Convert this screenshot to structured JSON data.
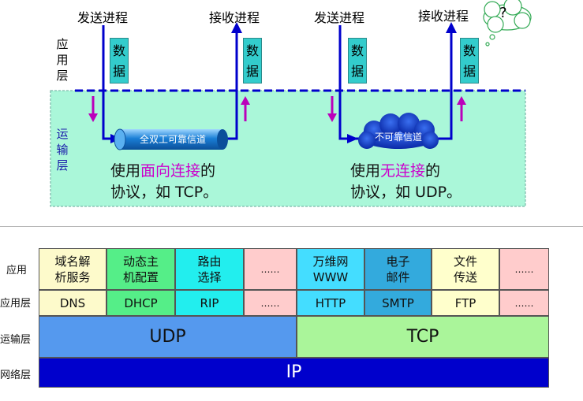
{
  "top_diagram": {
    "layer_app_label": [
      "应",
      "用",
      "层"
    ],
    "layer_transport_label": [
      "运",
      "输",
      "层"
    ],
    "left": {
      "send_label": "发送进程",
      "recv_label": "接收进程",
      "data_label": [
        "数",
        "据"
      ],
      "channel_label": "全双工可靠信道",
      "desc_prefix": "使用",
      "desc_highlight": "面向连接",
      "desc_suffix": "的",
      "desc_line2": "协议，如 TCP。"
    },
    "right": {
      "send_label": "发送进程",
      "recv_label": "接收进程",
      "data_label": [
        "数",
        "据"
      ],
      "channel_label": "不可靠信道",
      "desc_prefix": "使用",
      "desc_highlight": "无连接",
      "desc_suffix": "的",
      "desc_line2": "协议，如 UDP。",
      "thought": "?"
    },
    "colors": {
      "transport_bg": "#aaf7d9",
      "highlight_text": "#cc00cc",
      "arrow_blue": "#0000cc",
      "arrow_purple": "#bb00bb",
      "data_box": "#33cccc"
    }
  },
  "protocol_table": {
    "row_labels": {
      "app": "应用",
      "app_layer": "应用层",
      "transport": "运输层",
      "network": "网络层"
    },
    "apps": [
      {
        "line1": "域名解",
        "line2": "析服务",
        "protocol": "DNS",
        "color": "#fdfacb"
      },
      {
        "line1": "动态主",
        "line2": "机配置",
        "protocol": "DHCP",
        "color": "#55ee88"
      },
      {
        "line1": "路由",
        "line2": "选择",
        "protocol": "RIP",
        "color": "#22eeee"
      },
      {
        "line1": "……",
        "line2": "",
        "protocol": "……",
        "color": "#ffcccc"
      },
      {
        "line1": "万维网",
        "line2": "WWW",
        "protocol": "HTTP",
        "color": "#44ddff"
      },
      {
        "line1": "电子",
        "line2": "邮件",
        "protocol": "SMTP",
        "color": "#33aadd"
      },
      {
        "line1": "文件",
        "line2": "传送",
        "protocol": "FTP",
        "color": "#ffffcc"
      },
      {
        "line1": "……",
        "line2": "",
        "protocol": "……",
        "color": "#ffcccc"
      }
    ],
    "udp_label": "UDP",
    "tcp_label": "TCP",
    "ip_label": "IP",
    "colors": {
      "udp": "#5599ee",
      "tcp": "#aaf59a",
      "ip": "#0000cc"
    }
  }
}
